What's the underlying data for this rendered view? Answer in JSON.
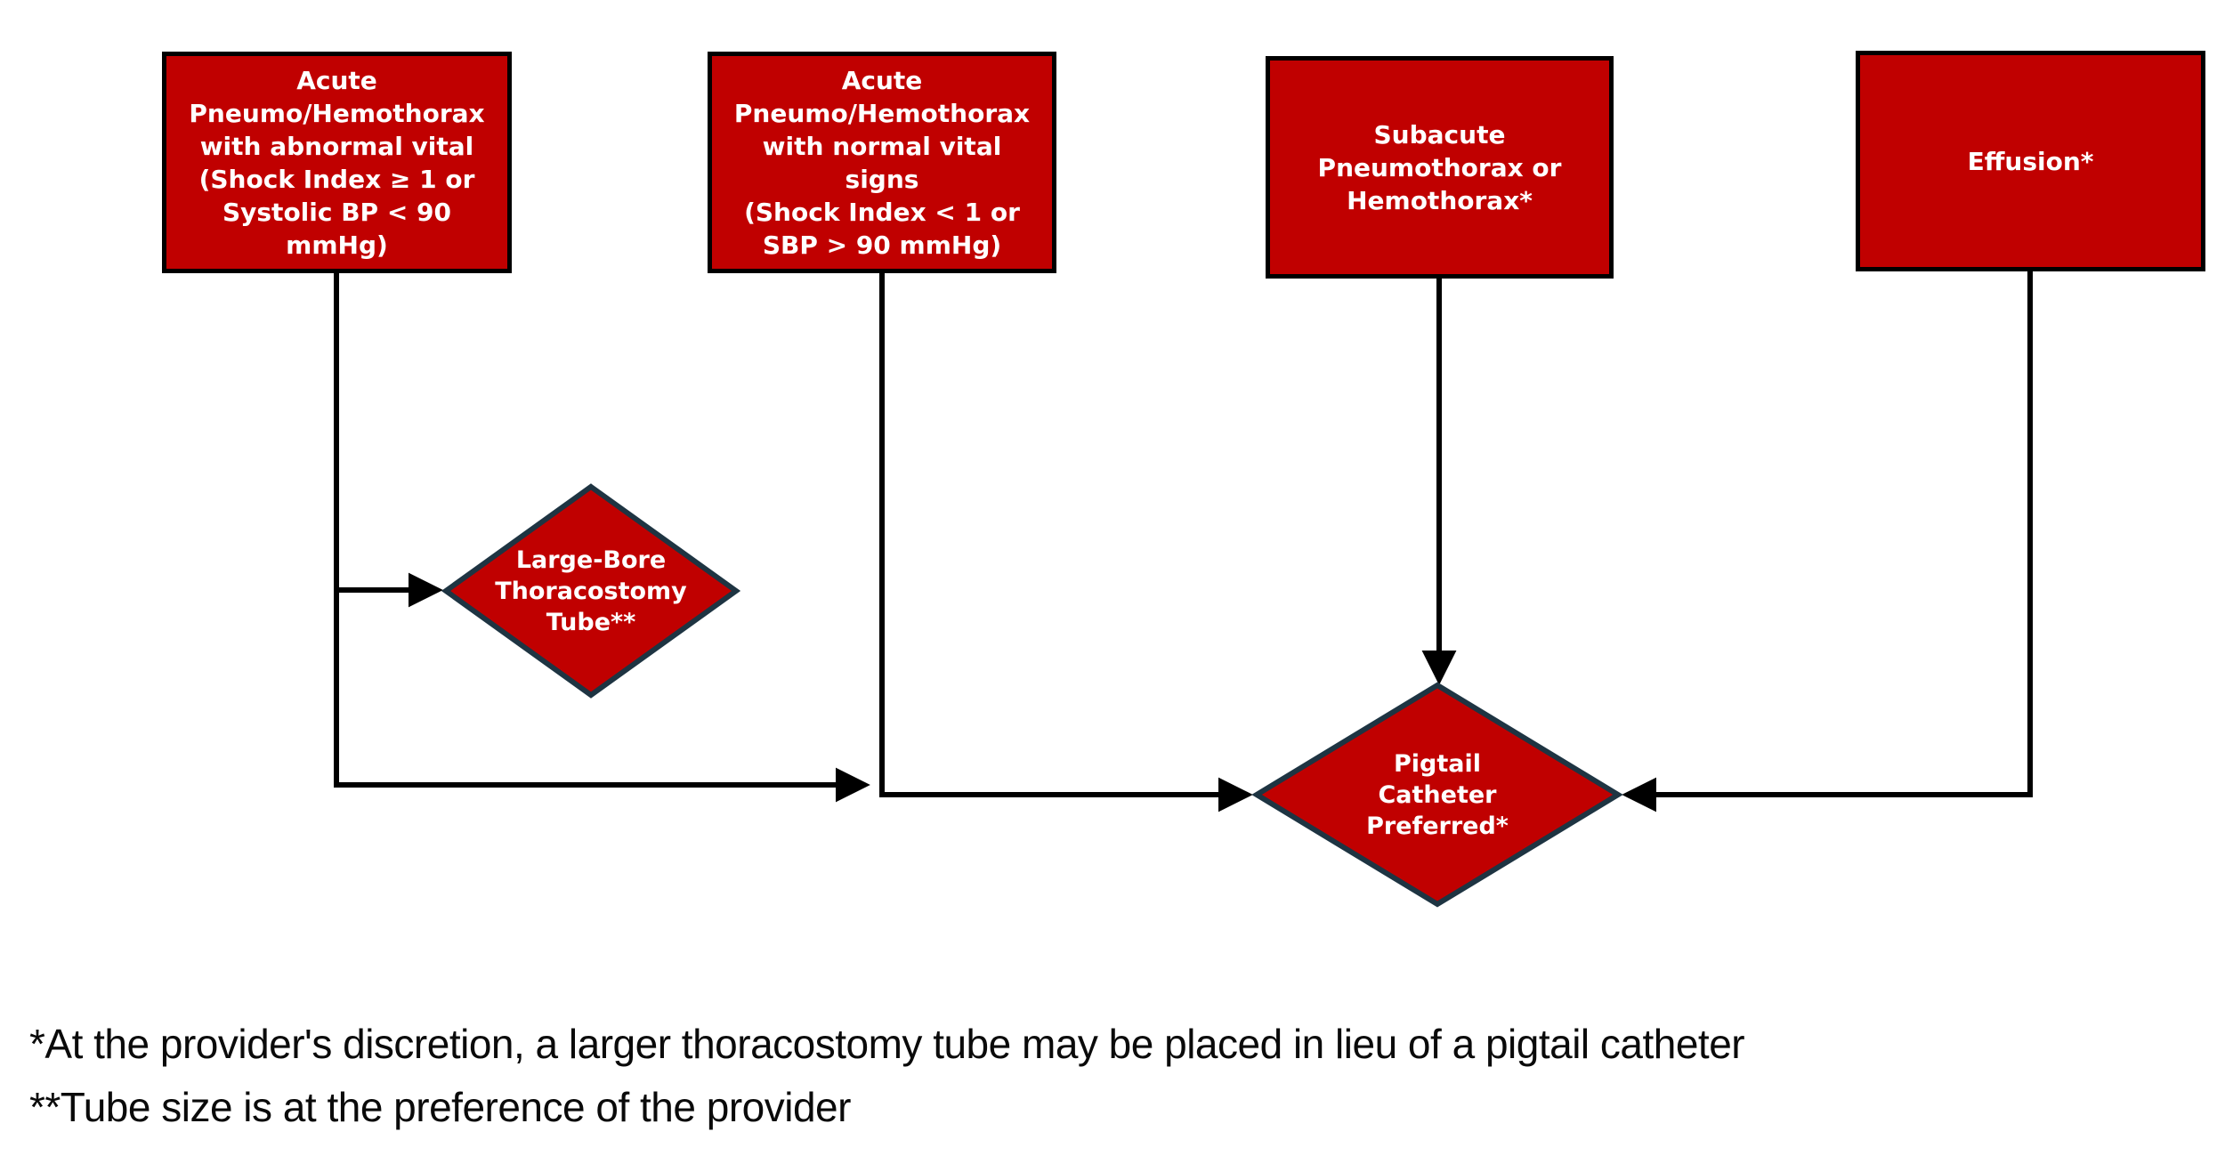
{
  "canvas": {
    "background": "#ffffff"
  },
  "colors": {
    "node_fill": "#c00000",
    "box_border": "#000000",
    "diamond_border": "#1e3442",
    "connector": "#000000",
    "node_text": "#ffffff",
    "footnote_text": "#0a0a0a"
  },
  "diagram": {
    "boxes": [
      {
        "label": "Acute\nPneumo/Hemothorax\nwith abnormal vital\n(Shock Index ≥ 1 or\nSystolic BP < 90\nmmHg)"
      },
      {
        "label": "Acute\nPneumo/Hemothorax\nwith normal vital\nsigns\n(Shock Index < 1 or\nSBP > 90 mmHg)"
      },
      {
        "label": "Subacute\nPneumothorax or\nHemothorax*"
      },
      {
        "label": "Effusion*"
      }
    ],
    "diamonds": [
      {
        "label": "Large-Bore\nThoracostomy\nTube**"
      },
      {
        "label": "Pigtail\nCatheter\nPreferred*"
      }
    ],
    "footnotes": [
      "*At the provider's discretion, a larger thoracostomy tube may be placed in lieu of a pigtail catheter",
      "**Tube size is at the preference of the provider"
    ]
  }
}
